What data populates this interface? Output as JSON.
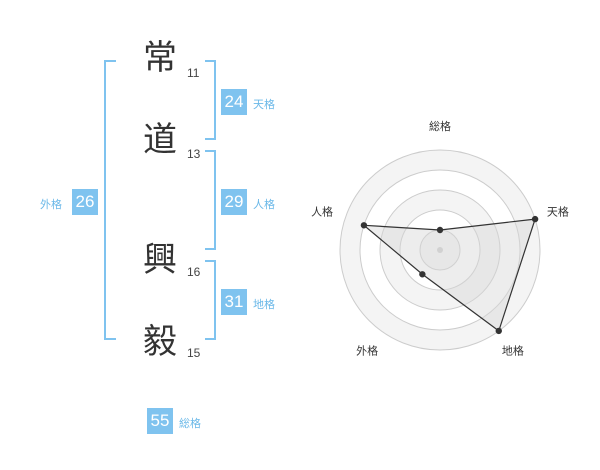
{
  "name_chars": [
    {
      "char": "常",
      "strokes": "11"
    },
    {
      "char": "道",
      "strokes": "13"
    },
    {
      "char": "興",
      "strokes": "16"
    },
    {
      "char": "毅",
      "strokes": "15"
    }
  ],
  "fortune": {
    "tenkaku": {
      "value": "24",
      "label": "天格"
    },
    "jinkaku": {
      "value": "29",
      "label": "人格"
    },
    "chikaku": {
      "value": "31",
      "label": "地格"
    },
    "gaikaku": {
      "value": "26",
      "label": "外格"
    },
    "soukaku": {
      "value": "55",
      "label": "総格"
    }
  },
  "chart_data": {
    "type": "radar",
    "axes": [
      "総格",
      "天格",
      "地格",
      "外格",
      "人格"
    ],
    "rings": 5,
    "values": [
      1.0,
      5.0,
      5.0,
      1.5,
      4.0
    ],
    "max": 5
  }
}
